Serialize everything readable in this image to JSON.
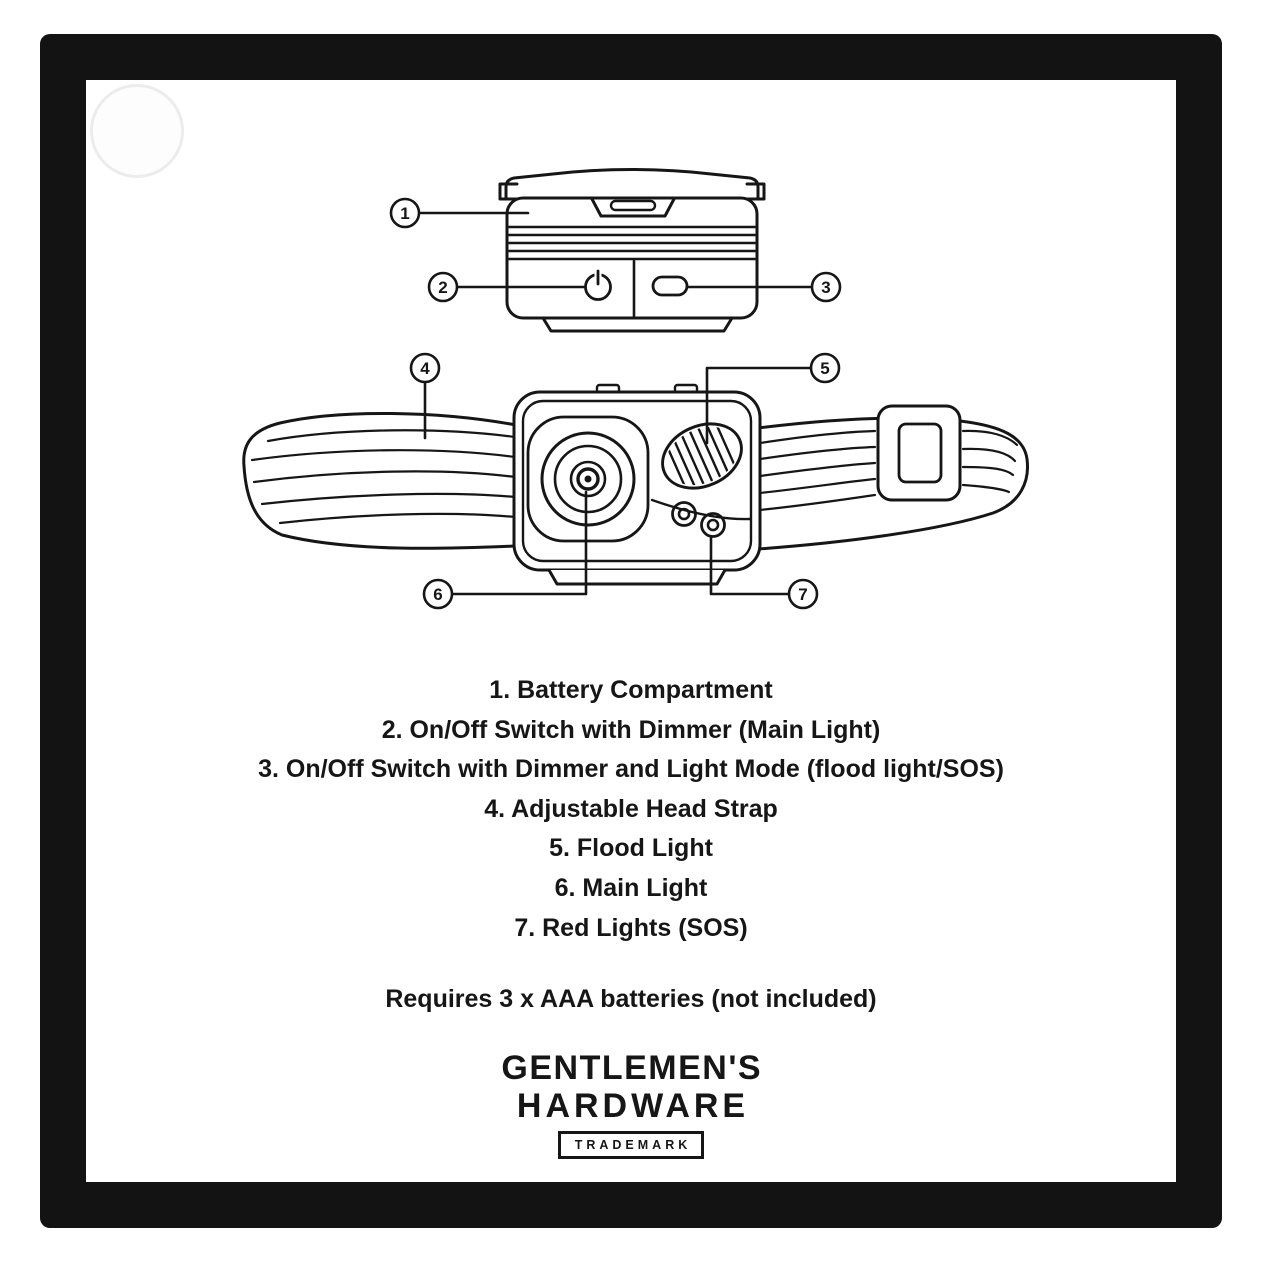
{
  "page": {
    "background": "#ffffff",
    "ink_color": "#161616",
    "frame_color": "#131313"
  },
  "diagram": {
    "callouts": {
      "c1": "1",
      "c2": "2",
      "c3": "3",
      "c4": "4",
      "c5": "5",
      "c6": "6",
      "c7": "7"
    }
  },
  "parts_list": {
    "items": [
      "1. Battery Compartment",
      "2. On/Off Switch with Dimmer (Main Light)",
      "3. On/Off Switch with Dimmer and Light Mode (flood light/SOS)",
      "4. Adjustable Head Strap",
      "5. Flood Light",
      "6. Main Light",
      "7. Red Lights (SOS)"
    ]
  },
  "battery_note": "Requires 3 x AAA batteries (not included)",
  "brand": {
    "name_line1": "GENTLEMEN'S",
    "name_line2": "HARDWARE",
    "trademark": "TRADEMARK"
  }
}
